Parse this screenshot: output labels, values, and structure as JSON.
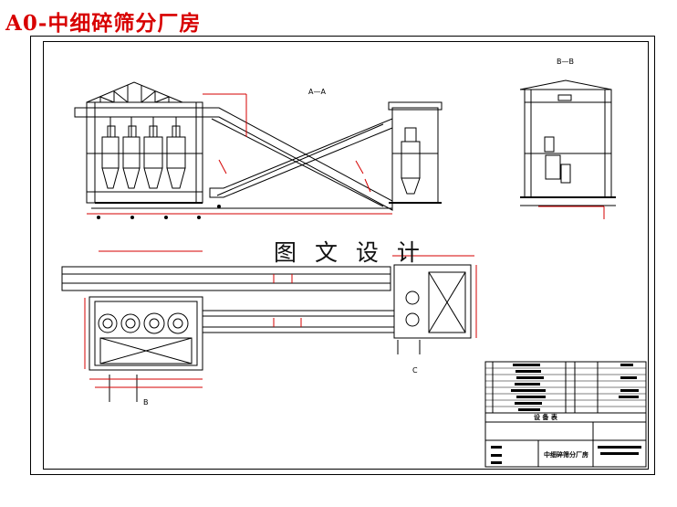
{
  "title": "A0-中细碎筛分厂房",
  "watermark": "图 文 设 计",
  "section_labels": {
    "aa": "A—A",
    "bb": "B—B",
    "b_cut": "B",
    "c_cut": "C"
  },
  "title_block": {
    "mid_label": "设    备    表",
    "drawing_name": "中细碎筛分厂房"
  },
  "colors": {
    "line": "#000000",
    "dimension": "#d40000",
    "title": "#d80000"
  }
}
